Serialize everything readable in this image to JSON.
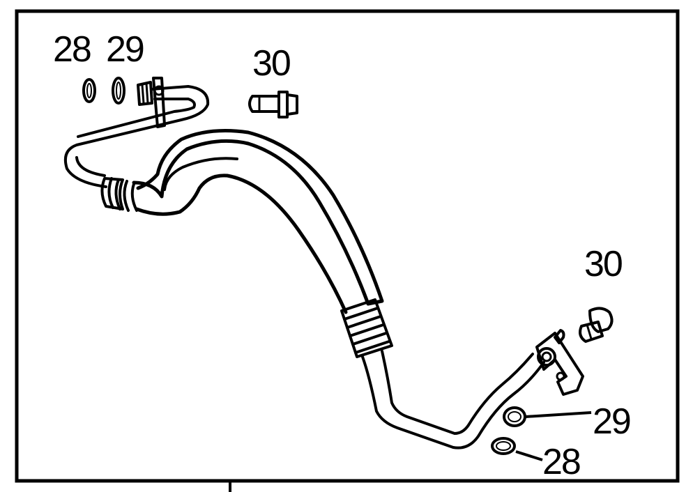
{
  "colors": {
    "line": "#000000",
    "background": "#ffffff"
  },
  "callouts": {
    "top_left_28": "28",
    "top_left_29": "29",
    "top_center_30": "30",
    "right_30": "30",
    "right_29": "29",
    "right_28": "28"
  },
  "parts": [
    {
      "number": "28",
      "icon": "o-ring-icon"
    },
    {
      "number": "29",
      "icon": "seal-ring-icon"
    },
    {
      "number": "30",
      "icon": "bolt-icon"
    }
  ]
}
